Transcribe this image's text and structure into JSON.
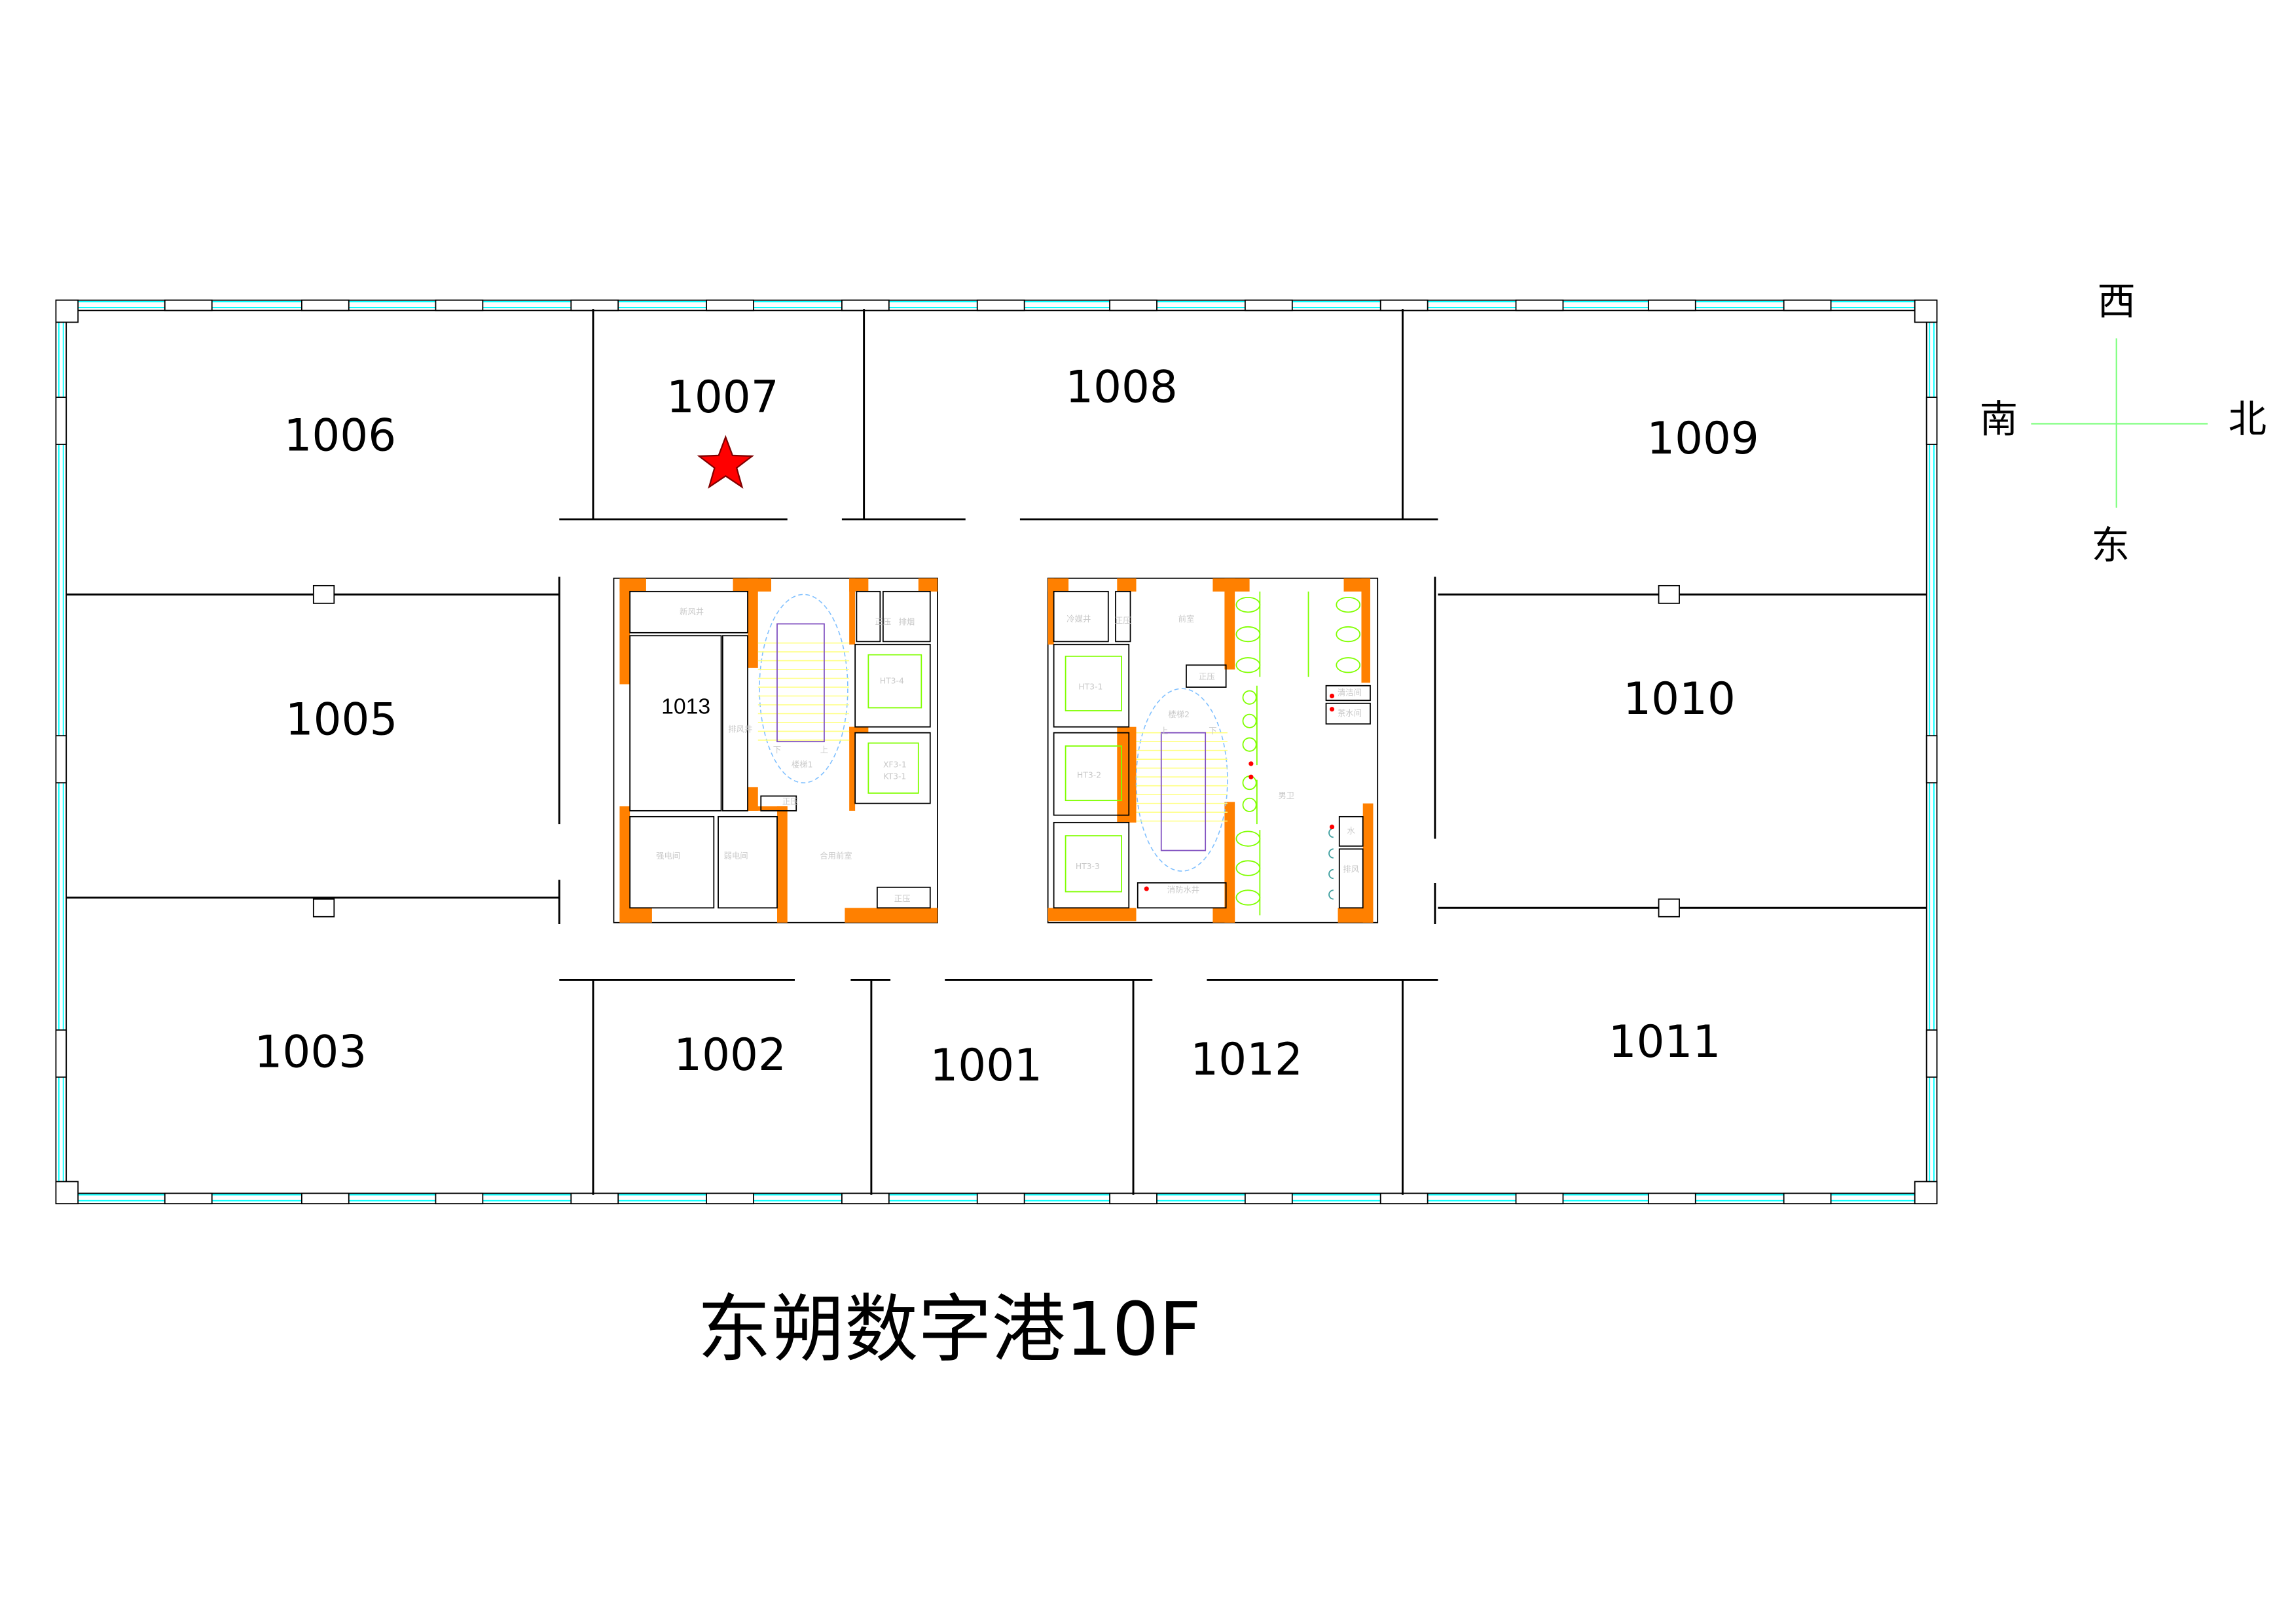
{
  "title": "东朔数字港10F",
  "rooms": {
    "r1006": "1006",
    "r1007": "1007",
    "r1008": "1008",
    "r1009": "1009",
    "r1005": "1005",
    "r1010": "1010",
    "r1003": "1003",
    "r1002": "1002",
    "r1001": "1001",
    "r1012": "1012",
    "r1011": "1011",
    "r1013": "1013"
  },
  "marker": {
    "room": "1007",
    "icon": "star-icon",
    "color": "#ff0000"
  },
  "compass": {
    "west": "西",
    "south": "南",
    "north": "北",
    "east": "东",
    "line_color": "#80ff80"
  },
  "core_left_labels": {
    "fresh_air_shaft": "新风井",
    "exhaust_shaft": "排风井",
    "pressure_a": "正压",
    "smoke_exhaust": "排烟",
    "elevator_ht34": "HT3-4",
    "stair1": "楼梯1",
    "down1": "下",
    "up1": "上",
    "fire_elevator_1": "XF3-1",
    "fire_elevator_2": "KT3-1",
    "pressure_b": "正压",
    "strong_electric": "强电间",
    "weak_electric": "弱电间",
    "shared_lobby": "合用前室",
    "pressure_c": "正压"
  },
  "core_right_labels": {
    "refrigerant_shaft": "冷媒井",
    "pressure_a": "正压",
    "lobby": "前室",
    "pressure_b": "正压",
    "stair2": "楼梯2",
    "up2": "上",
    "down2": "下",
    "elevator_ht31": "HT3-1",
    "elevator_ht32": "HT3-2",
    "elevator_ht33": "HT3-3",
    "cleaning_room": "清洁间",
    "tea_room": "茶水间",
    "mens_toilet": "男卫",
    "water": "水",
    "exhaust": "排风",
    "fire_water_shaft": "消防水井"
  },
  "colors": {
    "wall": "#000000",
    "column": "#ff8000",
    "window": "#00ffff",
    "fixture": "#80ff00"
  }
}
